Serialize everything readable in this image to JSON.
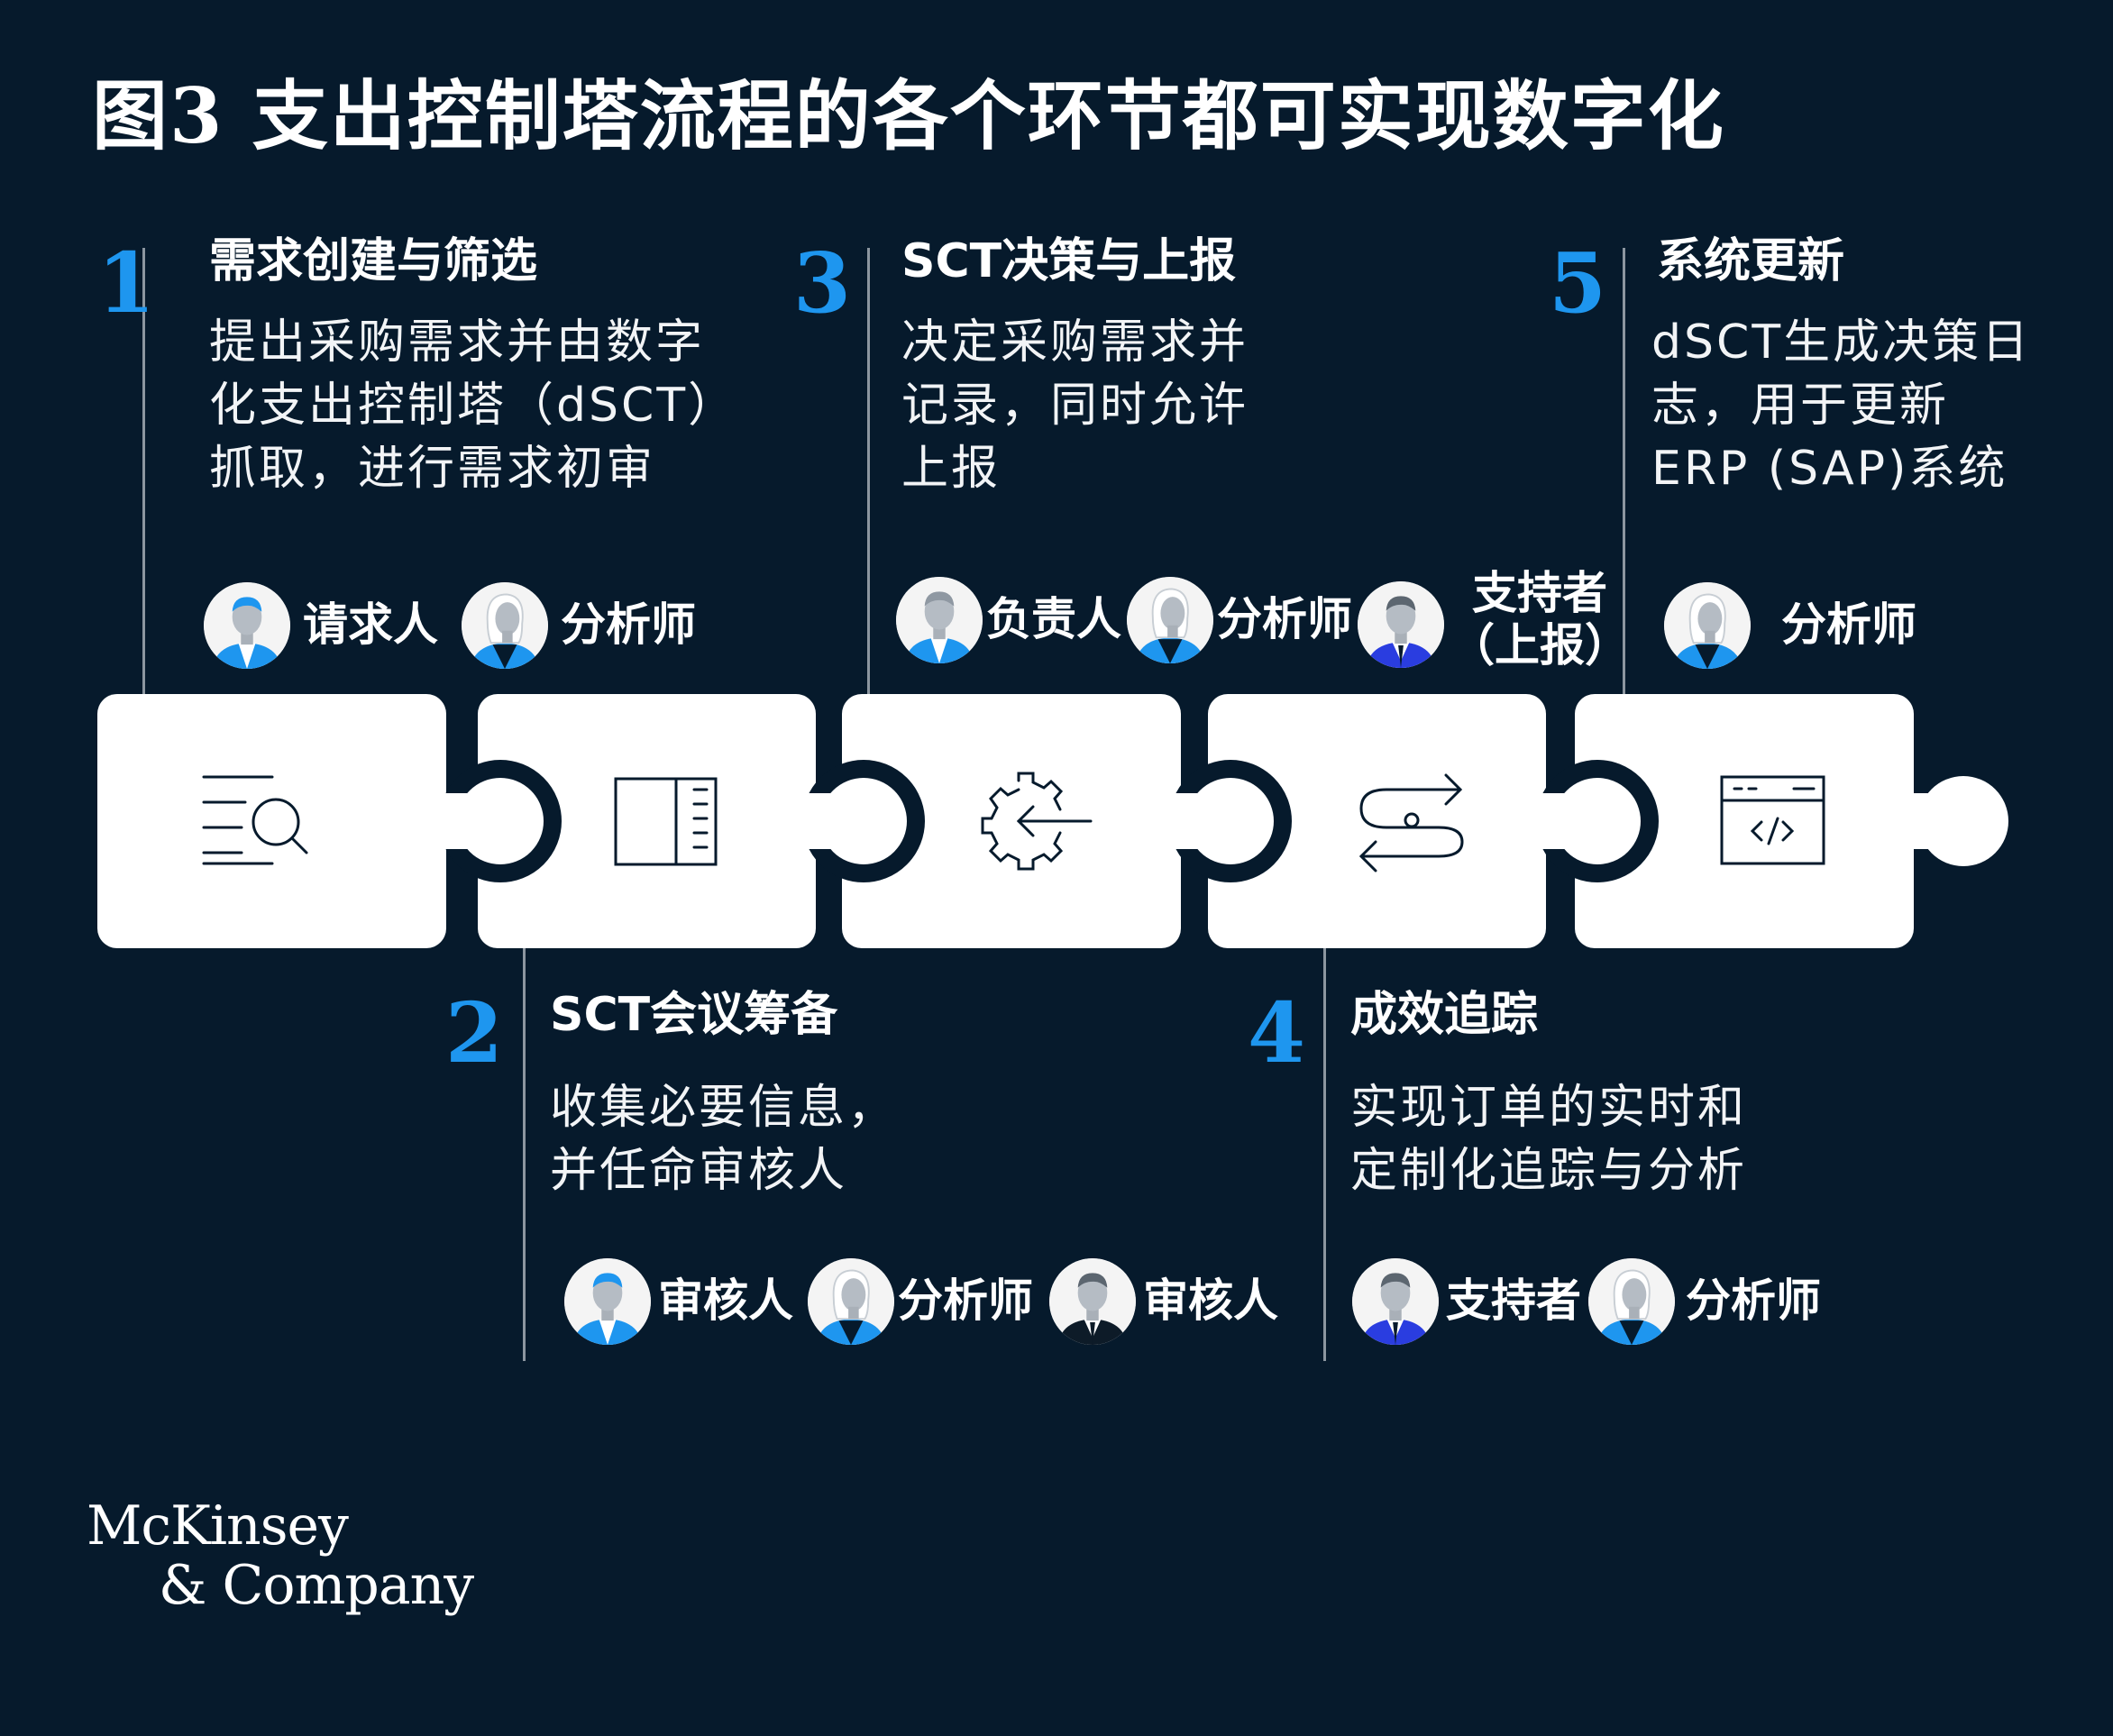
{
  "title": "图3 支出控制塔流程的各个环节都可实现数字化",
  "steps": [
    {
      "number": "1",
      "title": "需求创建与筛选",
      "desc": [
        "提出采购需求并由数字",
        "化支出控制塔（dSCT）",
        "抓取，进行需求初审"
      ],
      "roles": [
        {
          "label": "请求人",
          "icon": "person-blue-shirt-icon"
        },
        {
          "label": "分析师",
          "icon": "person-female-analyst-icon"
        }
      ]
    },
    {
      "number": "2",
      "title": "SCT会议筹备",
      "desc": [
        "收集必要信息，",
        "并任命审核人"
      ],
      "roles": [
        {
          "label": "审核人",
          "icon": "person-blue-shirt-icon"
        },
        {
          "label": "分析师",
          "icon": "person-female-analyst-icon"
        },
        {
          "label": "审核人",
          "icon": "person-dark-suit-icon"
        }
      ]
    },
    {
      "number": "3",
      "title": "SCT决策与上报",
      "desc": [
        "决定采购需求并",
        "记录，同时允许",
        "上报"
      ],
      "roles": [
        {
          "label": "负责人",
          "icon": "person-blue-shirt-icon"
        },
        {
          "label": "分析师",
          "icon": "person-female-analyst-icon"
        },
        {
          "label": [
            "支持者",
            "（上报）"
          ],
          "icon": "person-navy-suit-icon"
        }
      ]
    },
    {
      "number": "4",
      "title": "成效追踪",
      "desc": [
        "实现订单的实时和",
        "定制化追踪与分析"
      ],
      "roles": [
        {
          "label": "支持者",
          "icon": "person-navy-suit-icon"
        },
        {
          "label": "分析师",
          "icon": "person-female-analyst-icon"
        }
      ]
    },
    {
      "number": "5",
      "title": "系统更新",
      "desc": [
        "dSCT生成决策日",
        "志，用于更新",
        "ERP (SAP)系统"
      ],
      "roles": [
        {
          "label": "分析师",
          "icon": "person-female-analyst-icon"
        }
      ]
    }
  ],
  "puzzle_icons": [
    "document-search-icon",
    "panel-list-icon",
    "gear-arrow-icon",
    "route-loop-icon",
    "code-window-icon"
  ],
  "logo": [
    "McKinsey",
    "& Company"
  ],
  "colors": {
    "background": "#061a2c",
    "accent": "#1e96ef",
    "puzzle": "#ffffff",
    "icon_stroke": "#061a2c"
  }
}
